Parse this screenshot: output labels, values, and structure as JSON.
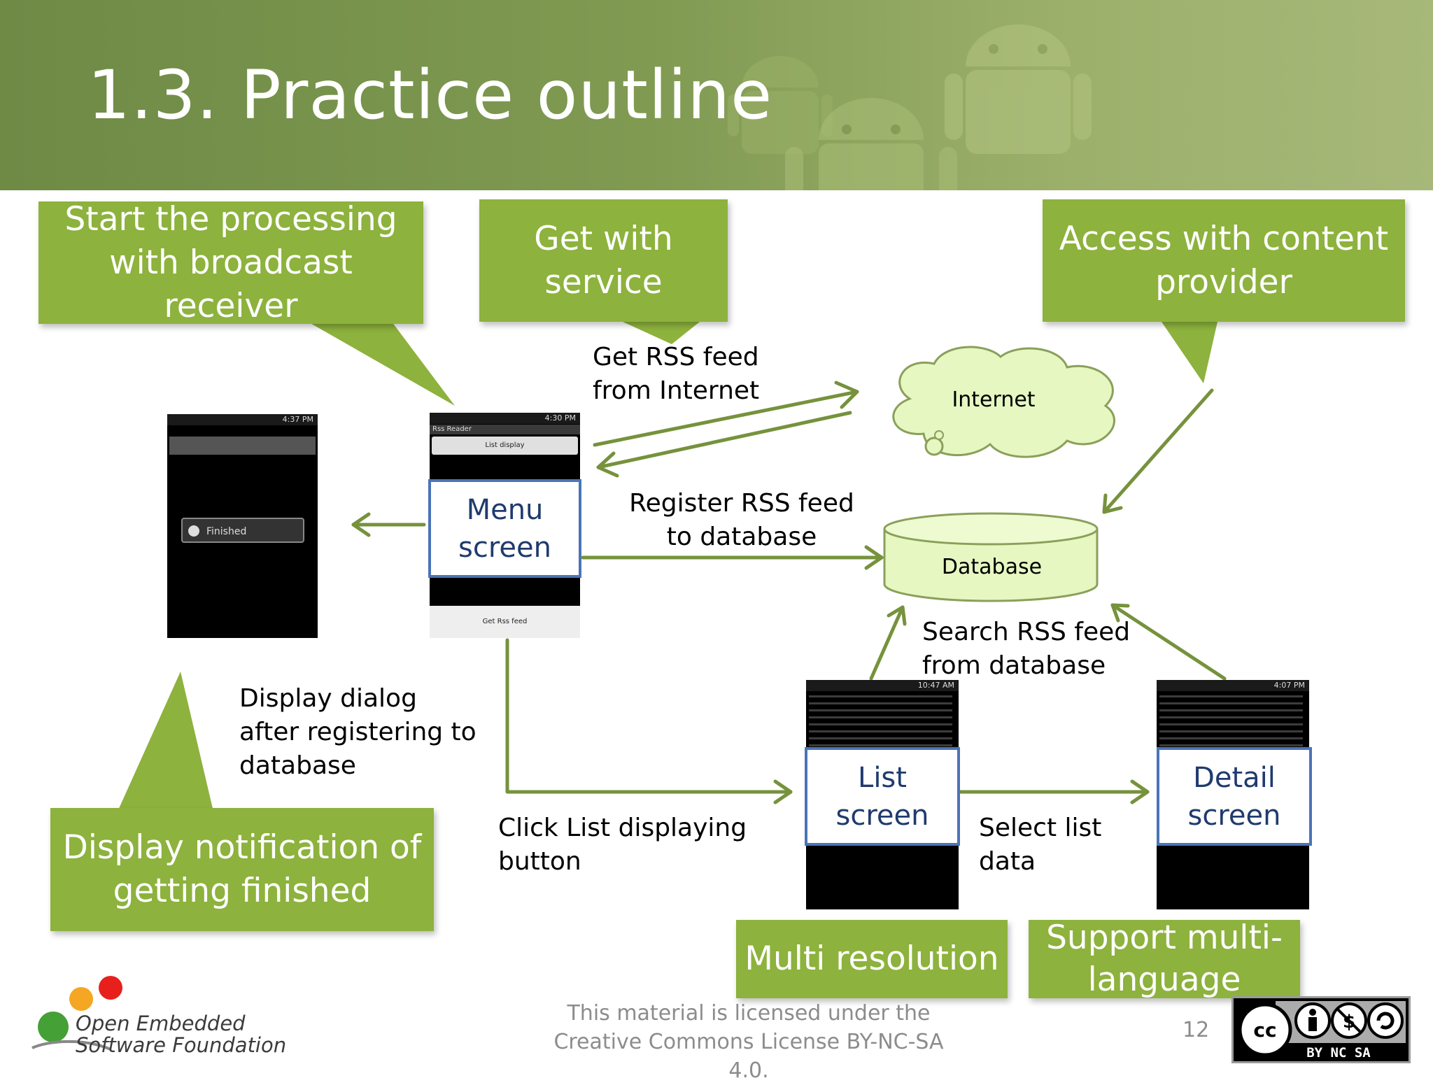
{
  "title": "1.3. Practice outline",
  "callouts": {
    "broadcast": "Start the processing with broadcast receiver",
    "service": "Get with service",
    "content_provider": "Access with content provider",
    "notification": "Display notification of getting finished",
    "multi_resolution": "Multi resolution",
    "multi_language": "Support multi-language"
  },
  "labels": {
    "get_rss": "Get RSS feed from Internet",
    "register": "Register RSS feed to database",
    "search": "Search RSS feed from database",
    "dialog": "Display dialog after registering to database",
    "click_list": "Click List displaying button",
    "select_list": "Select list data"
  },
  "nodes": {
    "internet": "Internet",
    "database": "Database"
  },
  "screens": {
    "menu": "Menu screen",
    "list": "List screen",
    "detail": "Detail screen"
  },
  "phones": {
    "dialog_phone": {
      "status": "4:37 PM",
      "dialog_text": "Finished"
    },
    "menu_phone": {
      "status": "4:30 PM",
      "app_title": "Rss Reader",
      "list_button": "List display",
      "get_button": "Get Rss feed"
    },
    "list_phone": {
      "status": "10:47 AM"
    },
    "detail_phone": {
      "status": "4:07 PM"
    }
  },
  "footer": {
    "license": "This material is licensed under the Creative Commons License BY-NC-SA 4.0.",
    "page_number": "12",
    "logo_line1": "Open Embedded",
    "logo_line2": "Software Foundation",
    "cc_icons": [
      "cc",
      "by",
      "nc",
      "sa"
    ],
    "cc_labels": "BY   NC   SA"
  },
  "colors": {
    "header_green": "#7a9450",
    "callout_green": "#8db23d",
    "arrow_green": "#76923c",
    "cloud_fill": "#e6f7c2",
    "screen_border": "#4a74b8"
  }
}
